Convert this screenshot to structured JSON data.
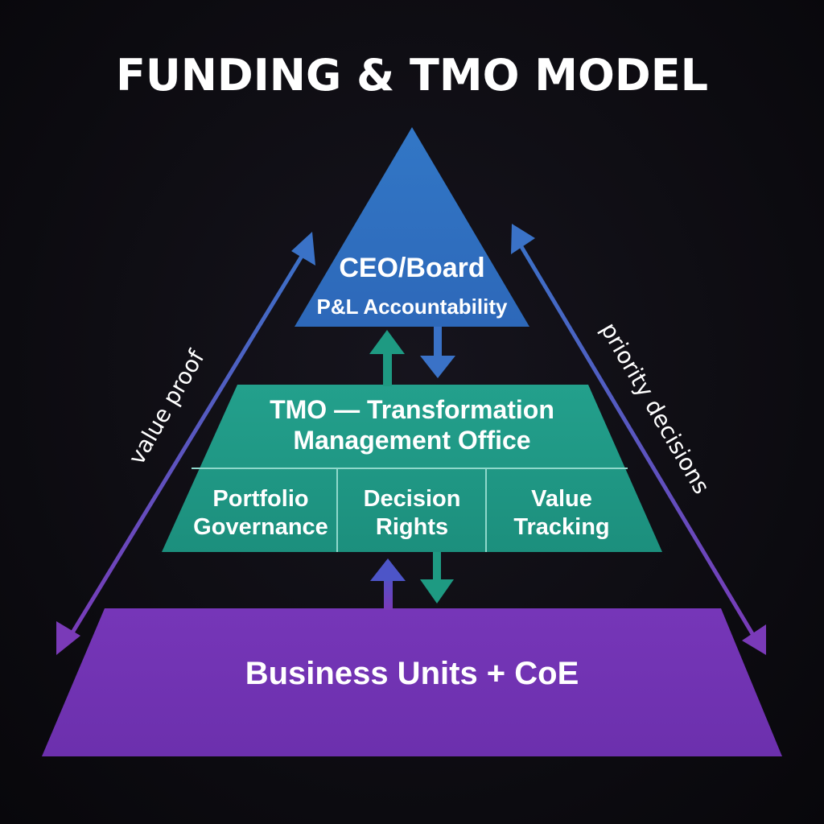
{
  "title": "FUNDING & TMO MODEL",
  "tiers": {
    "top": {
      "title": "CEO/Board",
      "subtitle": "P&L Accountability"
    },
    "middle": {
      "title_line1": "TMO — Transformation",
      "title_line2": "Management Office",
      "cells": [
        {
          "line1": "Portfolio",
          "line2": "Governance"
        },
        {
          "line1": "Decision",
          "line2": "Rights"
        },
        {
          "line1": "Value",
          "line2": "Tracking"
        }
      ]
    },
    "bottom": {
      "title": "Business Units + CoE"
    }
  },
  "side_labels": {
    "left": "value proof",
    "right": "priority decisions"
  },
  "colors": {
    "background": "#0d0c12",
    "top_tier": "#2f6fc0",
    "middle_tier": "#1f9a86",
    "bottom_tier": "#7434b6",
    "divider": "#8fd8cb",
    "arrow_up_green": "#1e9a82",
    "arrow_blue": "#3a72c7",
    "arrow_purple": "#7b3ab8"
  }
}
